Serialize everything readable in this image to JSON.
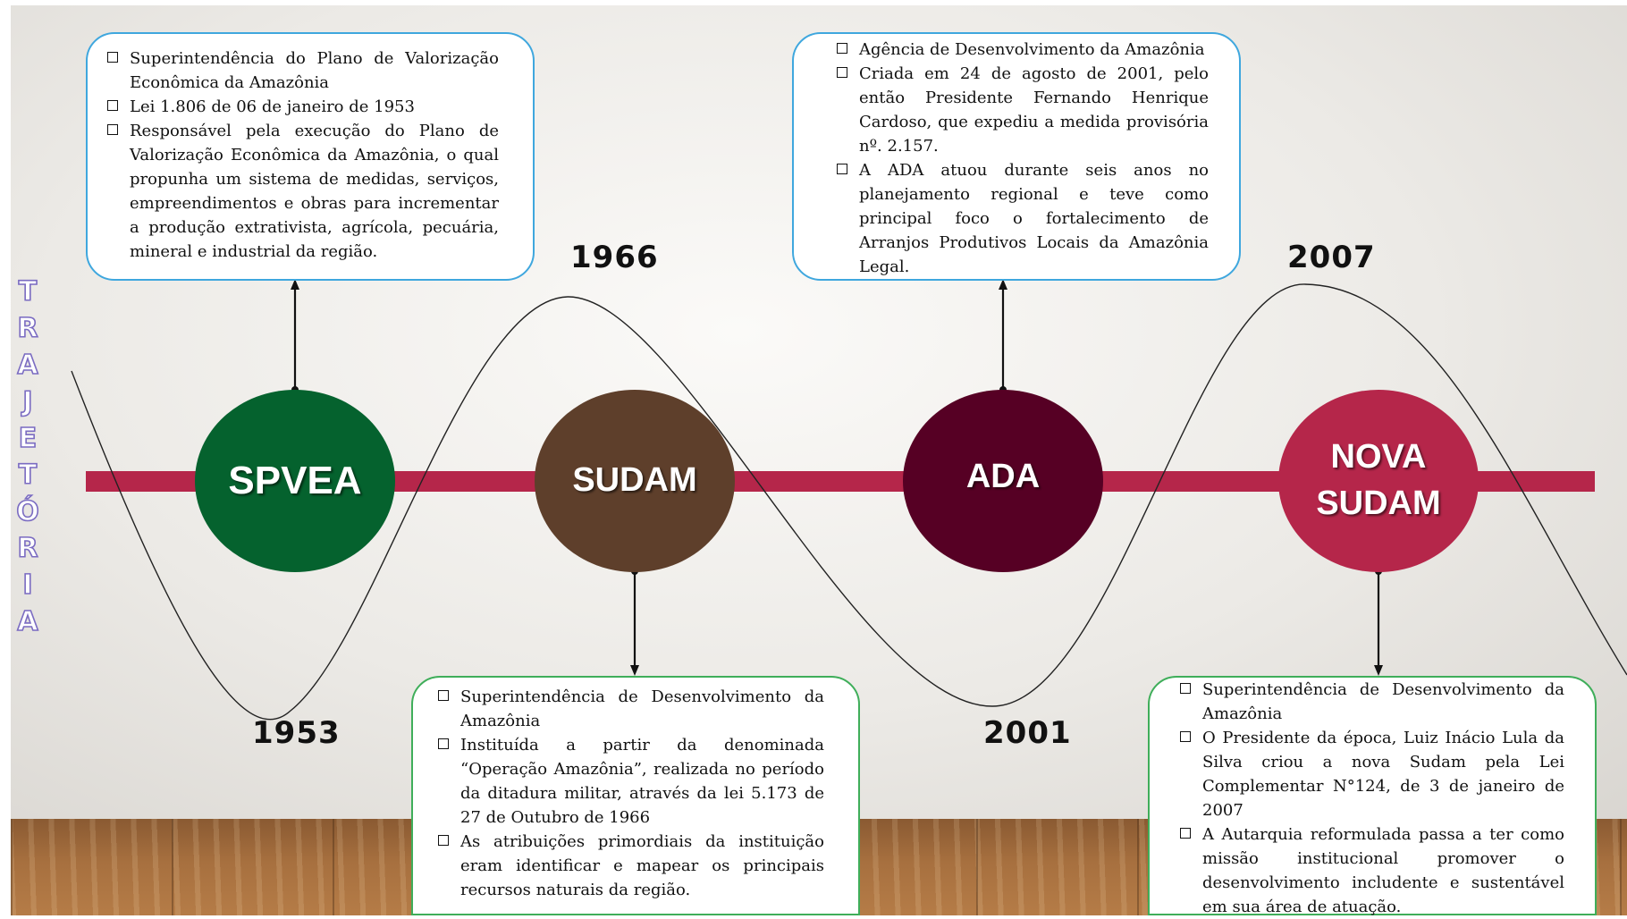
{
  "side_title": [
    "T",
    "R",
    "A",
    "J",
    "E",
    "T",
    "Ó",
    "R",
    "I",
    "A"
  ],
  "colors": {
    "timeline": "#b5264a",
    "spvea": "#05622e",
    "sudam": "#5e3f2b",
    "ada": "#560024",
    "nova_sudam": "#b5264a",
    "box_border_top": "#3fa7de",
    "box_border_bottom": "#3fae5a"
  },
  "milestones": {
    "spvea": {
      "label": "SPVEA",
      "year": "1953"
    },
    "sudam": {
      "label": "SUDAM",
      "year": "1966"
    },
    "ada": {
      "label": "ADA",
      "year": "2001"
    },
    "nova_sudam": {
      "label_line1": "NOVA",
      "label_line2": "SUDAM",
      "year": "2007"
    }
  },
  "boxes": {
    "spvea": [
      "Superintendência do Plano de Valorização Econômica da Amazônia",
      "Lei 1.806 de 06 de janeiro de 1953",
      "Responsável pela execução do Plano de Valorização Econômica da Amazônia, o qual propunha um sistema de medidas, serviços, empreendimentos e obras para incrementar a produção extrativista, agrícola, pecuária, mineral e industrial da região."
    ],
    "ada": [
      "Agência de Desenvolvimento da Amazônia",
      "Criada em 24 de agosto de 2001, pelo então Presidente Fernando Henrique Cardoso, que expediu a medida provisória nº. 2.157.",
      "A ADA atuou durante seis anos no planejamento regional e teve como principal foco o fortalecimento de Arranjos Produtivos Locais da Amazônia Legal."
    ],
    "sudam": [
      "Superintendência de Desenvolvimento da Amazônia",
      "Instituída a partir da denominada “Operação Amazônia”, realizada no período da ditadura militar, através da lei 5.173 de 27 de Outubro de 1966",
      "As atribuições primordiais da instituição eram identificar e mapear os principais recursos naturais da região."
    ],
    "nova_sudam": [
      "Superintendência de Desenvolvimento da Amazônia",
      "O Presidente da época, Luiz Inácio Lula da Silva criou a nova Sudam pela Lei Complementar N°124, de 3 de janeiro de 2007",
      "A Autarquia reformulada passa a ter como missão institucional promover o desenvolvimento includente e sustentável em sua área de atuação."
    ]
  }
}
